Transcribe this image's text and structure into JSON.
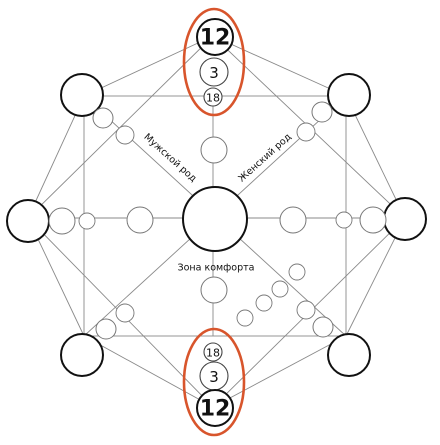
{
  "diagram": {
    "top": {
      "main": "12",
      "mid": "3",
      "small": "18"
    },
    "bottom": {
      "main": "12",
      "mid": "3",
      "small": "18"
    },
    "labels": {
      "male": "Мужской род",
      "female": "Женский род",
      "comfort": "Зона комфорта"
    },
    "colors": {
      "highlight": "#d8552c",
      "line": "#8a8a8a",
      "outline": "#111111"
    }
  }
}
